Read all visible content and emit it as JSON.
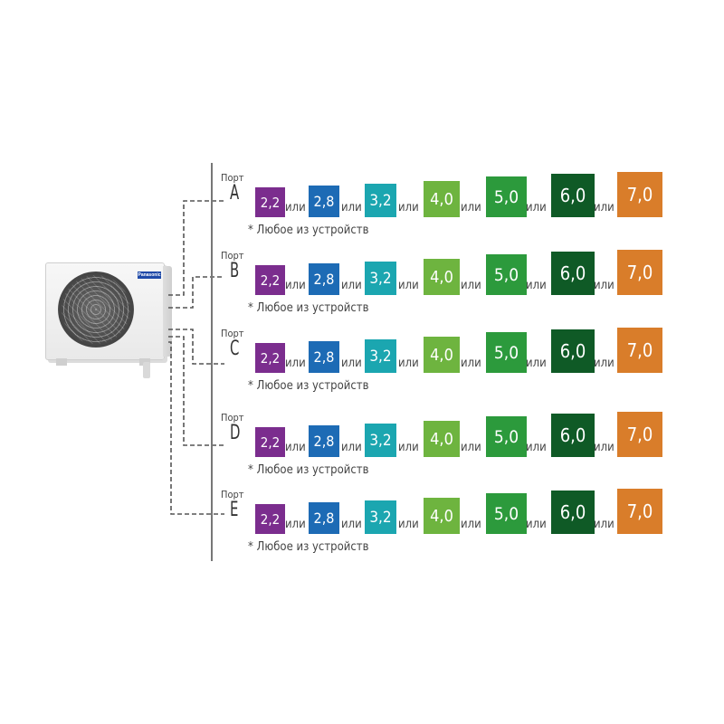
{
  "unit": {
    "brand": "Panasonic"
  },
  "ports": [
    {
      "word": "Порт",
      "letter": "A"
    },
    {
      "word": "Порт",
      "letter": "B"
    },
    {
      "word": "Порт",
      "letter": "C"
    },
    {
      "word": "Порт",
      "letter": "D"
    },
    {
      "word": "Порт",
      "letter": "E"
    }
  ],
  "devices": [
    {
      "value": "2,2",
      "color": "#7b2d8e"
    },
    {
      "value": "2,8",
      "color": "#1d6bb5"
    },
    {
      "value": "3,2",
      "color": "#1ba6b0"
    },
    {
      "value": "4,0",
      "color": "#6eb43f"
    },
    {
      "value": "5,0",
      "color": "#2c9a3c"
    },
    {
      "value": "6,0",
      "color": "#0f5a26"
    },
    {
      "value": "7,0",
      "color": "#d97d2a"
    }
  ],
  "separator": "или",
  "note": "* Любое из устройств"
}
